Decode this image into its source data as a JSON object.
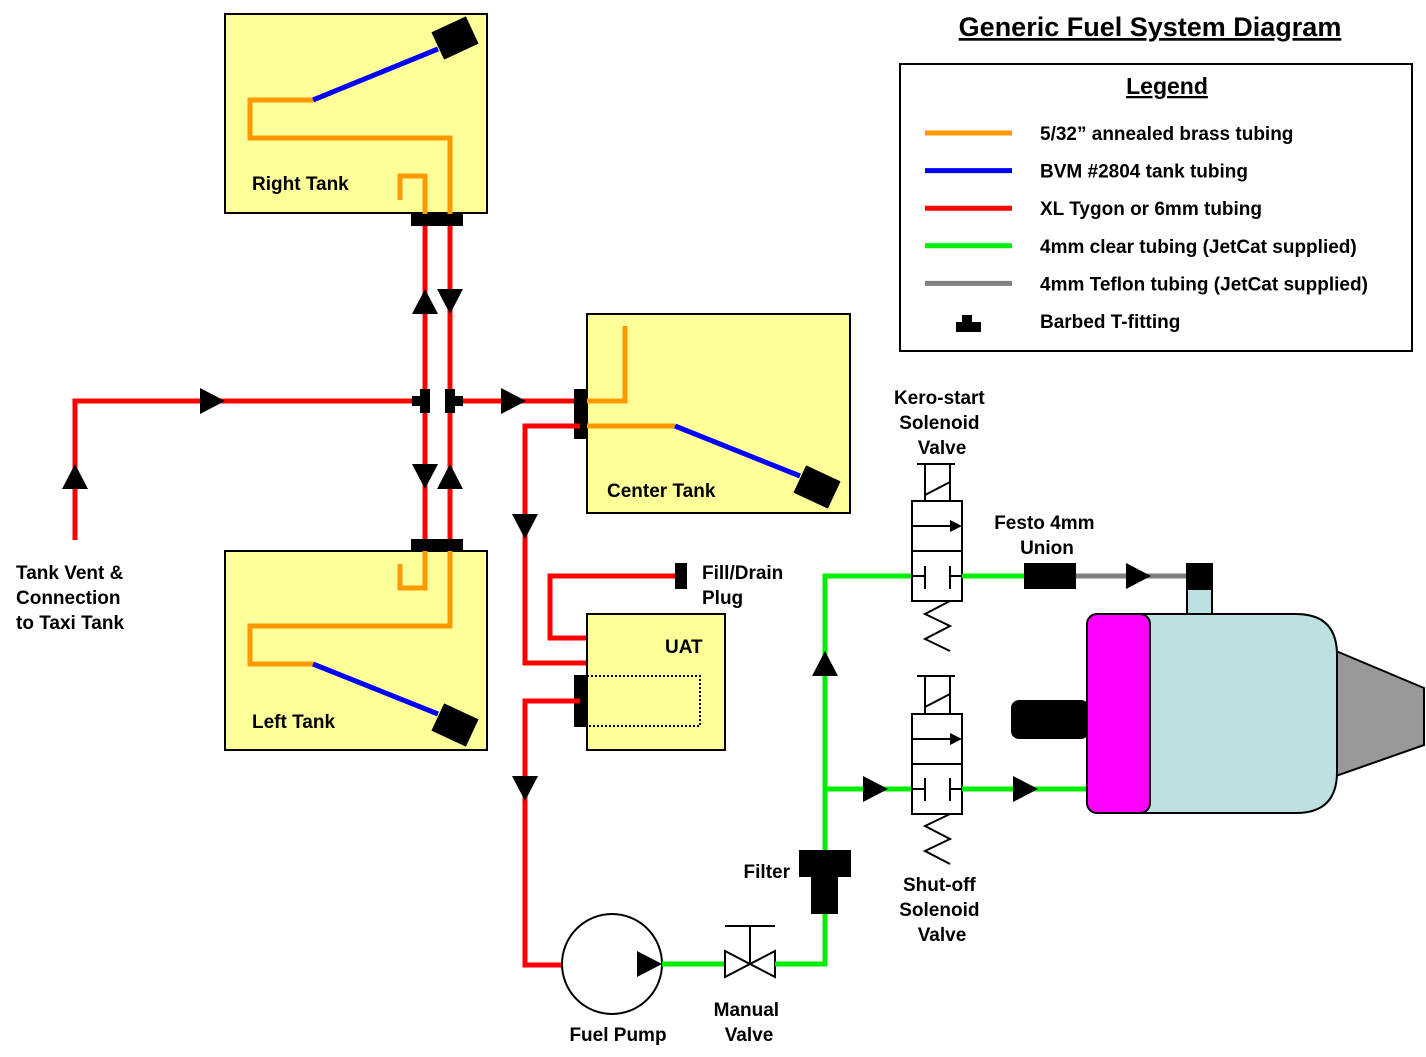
{
  "title": "Generic Fuel System Diagram",
  "colors": {
    "tank_fill": "#ffff99",
    "brass": "#ff9900",
    "bvm": "#0000ff",
    "tygon": "#ff0000",
    "clear": "#00ee00",
    "teflon": "#808080",
    "engine_body": "#bde0e3",
    "engine_intake": "#ff00ff",
    "engine_nozzle": "#999999"
  },
  "legend": {
    "title": "Legend",
    "items": [
      {
        "label": "5/32” annealed brass tubing",
        "color": "#ff9900",
        "type": "line"
      },
      {
        "label": "BVM #2804 tank tubing",
        "color": "#0000ff",
        "type": "line"
      },
      {
        "label": "XL Tygon or 6mm tubing",
        "color": "#ff0000",
        "type": "line"
      },
      {
        "label": "4mm clear tubing (JetCat supplied)",
        "color": "#00ee00",
        "type": "line"
      },
      {
        "label": "4mm Teflon tubing (JetCat supplied)",
        "color": "#808080",
        "type": "line"
      },
      {
        "label": "Barbed T-fitting",
        "color": "#000000",
        "type": "t-fitting"
      }
    ]
  },
  "components": {
    "right_tank": "Right Tank",
    "left_tank": "Left Tank",
    "center_tank": "Center Tank",
    "uat": "UAT",
    "fill_drain": [
      "Fill/Drain",
      "Plug"
    ],
    "vent": [
      "Tank  Vent &",
      "Connection",
      "to Taxi Tank"
    ],
    "kero_valve": [
      "Kero-start",
      "Solenoid",
      "Valve"
    ],
    "festo": [
      "Festo 4mm",
      "Union"
    ],
    "filter": "Filter",
    "shutoff_valve": [
      "Shut-off",
      "Solenoid",
      "Valve"
    ],
    "fuel_pump": "Fuel Pump",
    "manual_valve": [
      "Manual",
      "Valve"
    ]
  }
}
